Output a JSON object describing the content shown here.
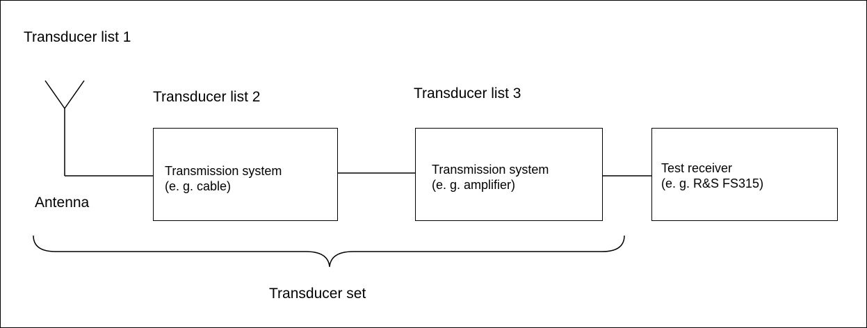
{
  "diagram": {
    "labels": {
      "transducer_list_1": "Transducer list 1",
      "transducer_list_2": "Transducer list 2",
      "transducer_list_3": "Transducer list 3",
      "antenna": "Antenna",
      "transducer_set": "Transducer set"
    },
    "boxes": {
      "cable": {
        "line1": "Transmission system",
        "line2": "(e. g. cable)"
      },
      "amplifier": {
        "line1": "Transmission system",
        "line2": "(e. g. amplifier)"
      },
      "receiver": {
        "line1": "Test receiver",
        "line2": "(e. g. R&S FS315)"
      }
    },
    "colors": {
      "stroke": "#000000",
      "background": "#ffffff"
    }
  }
}
